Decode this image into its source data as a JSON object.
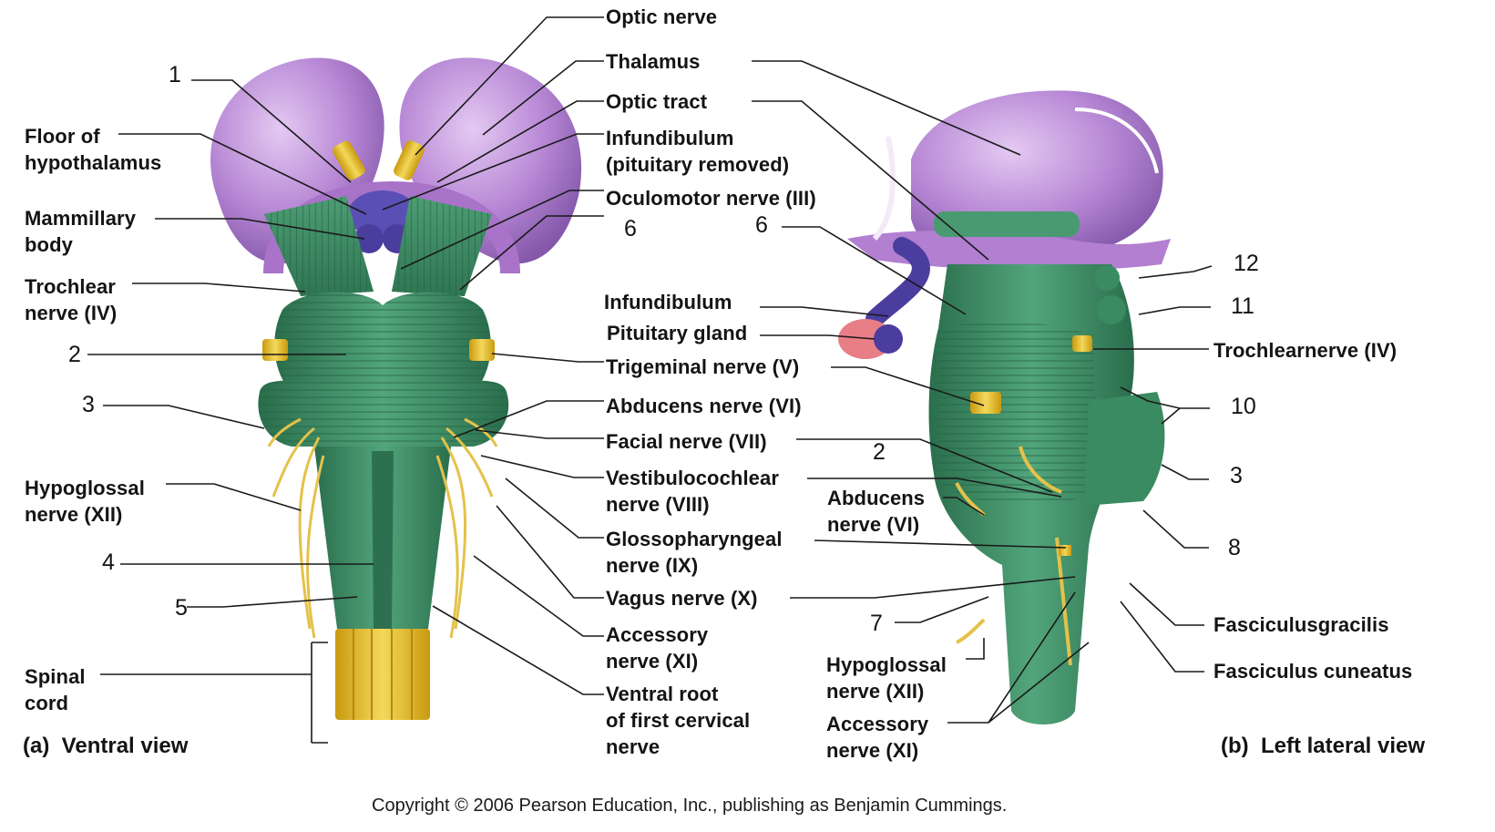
{
  "labels": {
    "optic_nerve": "Optic nerve",
    "thalamus": "Thalamus",
    "optic_tract": "Optic tract",
    "infundibulum_removed": "Infundibulum\n(pituitary removed)",
    "oculomotor": "Oculomotor nerve (III)",
    "floor_hypothalamus": "Floor of\nhypothalamus",
    "mammillary": "Mammillary\nbody",
    "trochlear_a": "Trochlear\nnerve (IV)",
    "hypoglossal_a": "Hypoglossal\nnerve (XII)",
    "spinal_cord": "Spinal\ncord",
    "infundibulum_b": "Infundibulum",
    "pituitary": "Pituitary gland",
    "trigeminal": "Trigeminal nerve (V)",
    "abducens_a": "Abducens nerve (VI)",
    "facial": "Facial nerve (VII)",
    "vestibulocochlear": "Vestibulocochlear\nnerve (VIII)",
    "glossopharyngeal": "Glossopharyngeal\nnerve (IX)",
    "vagus": "Vagus nerve (X)",
    "accessory_a": "Accessory\nnerve (XI)",
    "ventral_root": "Ventral root\nof first cervical\nnerve",
    "abducens_b": "Abducens\nnerve (VI)",
    "hypoglossal_b": "Hypoglossal\nnerve (XII)",
    "accessory_b": "Accessory\nnerve (XI)",
    "trochlear_b": "Trochlearnerve (IV)",
    "fasciculus_gracilis": "Fasciculusgracilis",
    "fasciculus_cuneatus": "Fasciculus cuneatus"
  },
  "numbers": {
    "n1": "1",
    "n2a": "2",
    "n3a": "3",
    "n4": "4",
    "n5": "5",
    "n6a": "6",
    "n6b": "6",
    "n12": "12",
    "n11": "11",
    "n10": "10",
    "n2b": "2",
    "n3b": "3",
    "n8": "8",
    "n7": "7"
  },
  "captions": {
    "ventral": "(a)  Ventral view",
    "lateral": "(b)  Left lateral view"
  },
  "copyright": "Copyright © 2006 Pearson Education, Inc., publishing as Benjamin Cummings.",
  "colors": {
    "thalamus_purple": "#b98ad6",
    "brainstem_green": "#3f8f67",
    "nerve_yellow": "#e8c83a",
    "pituitary_pink": "#e87e86",
    "infundibulum_blue": "#4a3d9e"
  }
}
